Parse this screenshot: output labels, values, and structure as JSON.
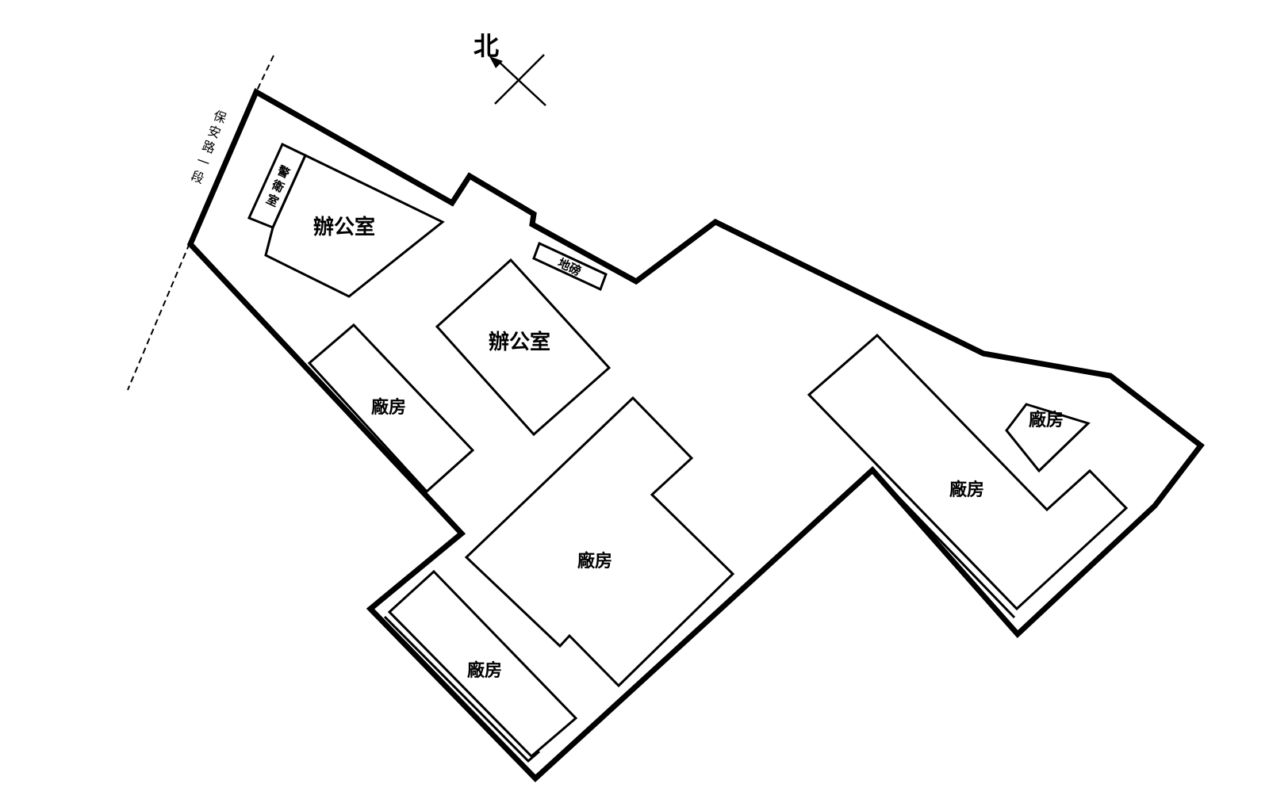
{
  "compass": {
    "north_label": "北"
  },
  "road": {
    "name_chars": [
      "保",
      "安",
      "路",
      "一",
      "段"
    ]
  },
  "buildings": {
    "guard_room": "警衛室",
    "guard_room_chars": [
      "警",
      "衛",
      "室"
    ],
    "office_1": "辦公室",
    "office_2": "辦公室",
    "weighbridge": "地磅",
    "factory_west": "廠房",
    "factory_center": "廠房",
    "factory_south": "廠房",
    "factory_east": "廠房",
    "factory_east_small": "廠房"
  },
  "colors": {
    "line": "#000000",
    "background": "#ffffff"
  }
}
